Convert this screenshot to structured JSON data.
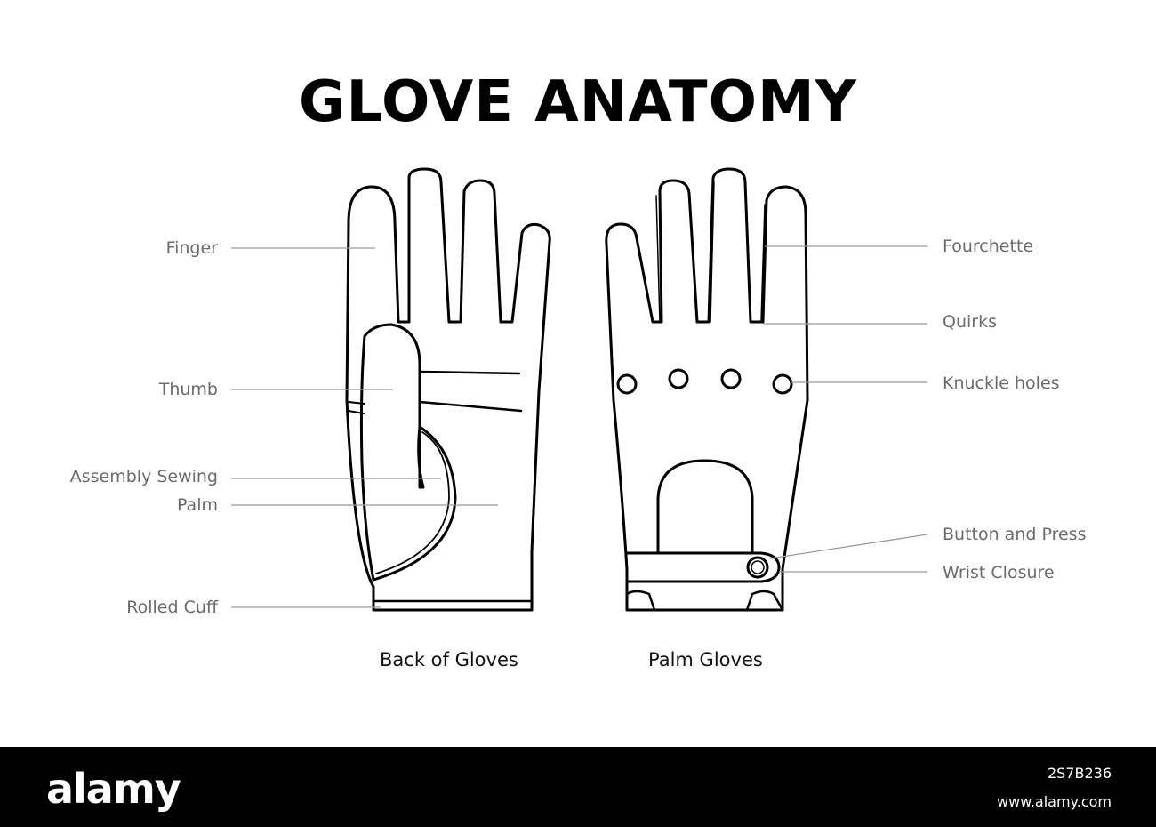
{
  "title": "GLOVE ANATOMY",
  "left_labels": {
    "finger": "Finger",
    "thumb": "Thumb",
    "assembly_sewing": "Assembly Sewing",
    "palm": "Palm",
    "rolled_cuff": "Rolled Cuff"
  },
  "right_labels": {
    "fourchette": "Fourchette",
    "quirks": "Quirks",
    "knuckle_holes": "Knuckle holes",
    "button_and_press": "Button and Press",
    "wrist_closure": "Wrist Closure"
  },
  "captions": {
    "back": "Back of Gloves",
    "palm": "Palm Gloves"
  },
  "footer": {
    "logo": "alamy",
    "image_id": "2S7B236",
    "site": "www.alamy.com"
  },
  "colors": {
    "outline": "#000000",
    "leader_line": "#9a9a9a",
    "label_text": "#6b6b6b",
    "footer_bg": "#000000"
  }
}
